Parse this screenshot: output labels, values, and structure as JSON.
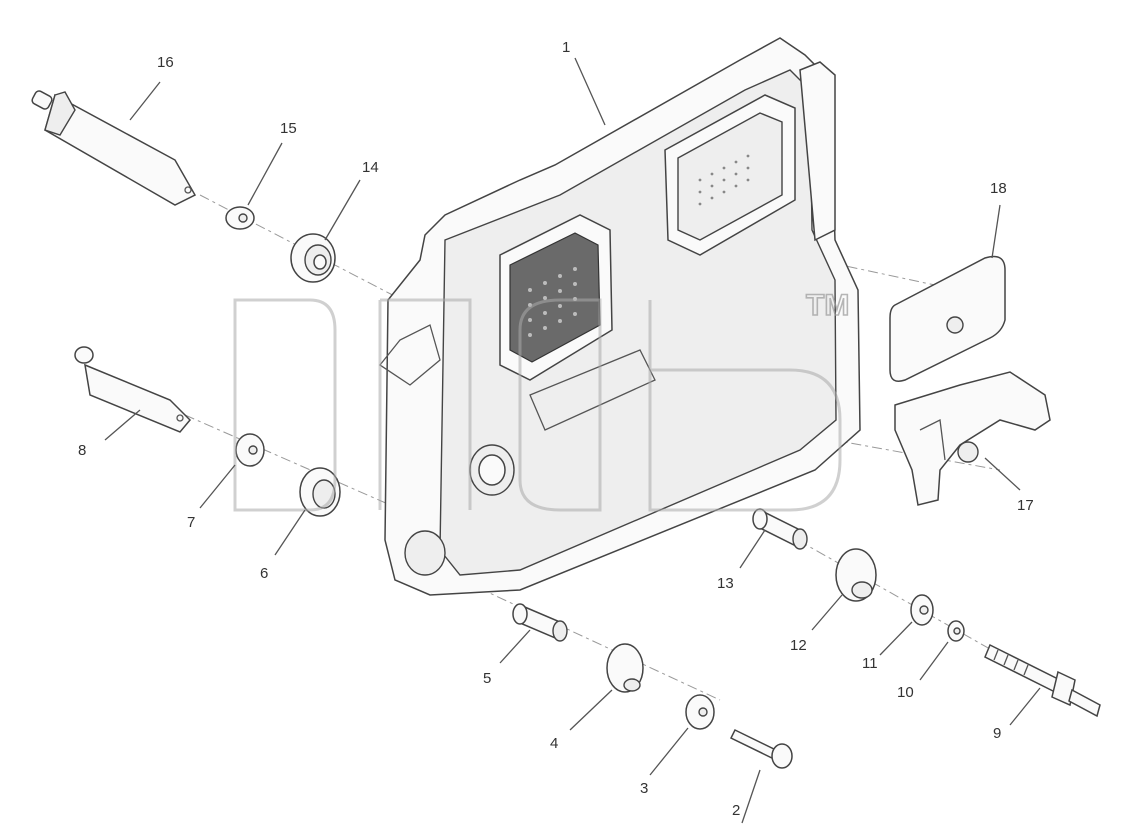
{
  "figure": {
    "watermark_mark": "TM",
    "labels": [
      "1",
      "2",
      "3",
      "4",
      "5",
      "6",
      "7",
      "8",
      "9",
      "10",
      "11",
      "12",
      "13",
      "14",
      "15",
      "16",
      "17",
      "18"
    ]
  }
}
